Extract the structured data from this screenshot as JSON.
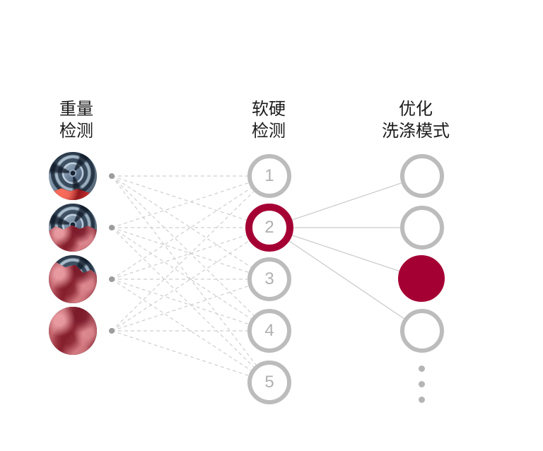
{
  "columns": {
    "weight": {
      "line1": "重量",
      "line2": "检测"
    },
    "softness": {
      "line1": "软硬",
      "line2": "检测"
    },
    "optimize": {
      "line1": "优化",
      "line2": "洗涤模式"
    }
  },
  "weight_nodes": [
    {
      "id": "w1",
      "image": "washer-drum-small-load",
      "fabric_percent": 26
    },
    {
      "id": "w2",
      "image": "washer-drum-half-load",
      "fabric_percent": 55
    },
    {
      "id": "w3",
      "image": "washer-drum-large-load",
      "fabric_percent": 85
    },
    {
      "id": "w4",
      "image": "washer-drum-full-load",
      "fabric_percent": 100
    }
  ],
  "softness_nodes": [
    {
      "id": "s1",
      "label": "1",
      "highlighted": false
    },
    {
      "id": "s2",
      "label": "2",
      "highlighted": true
    },
    {
      "id": "s3",
      "label": "3",
      "highlighted": false
    },
    {
      "id": "s4",
      "label": "4",
      "highlighted": false
    },
    {
      "id": "s5",
      "label": "5",
      "highlighted": false
    }
  ],
  "optimize_nodes": [
    {
      "id": "o1",
      "filled": false
    },
    {
      "id": "o2",
      "filled": false
    },
    {
      "id": "o3",
      "filled": true
    },
    {
      "id": "o4",
      "filled": false
    }
  ],
  "more_indicator_dots": 3,
  "connections": {
    "dashed": [
      [
        "w1",
        "s1"
      ],
      [
        "w1",
        "s2"
      ],
      [
        "w1",
        "s3"
      ],
      [
        "w1",
        "s4"
      ],
      [
        "w1",
        "s5"
      ],
      [
        "w2",
        "s1"
      ],
      [
        "w2",
        "s2"
      ],
      [
        "w2",
        "s3"
      ],
      [
        "w2",
        "s4"
      ],
      [
        "w2",
        "s5"
      ],
      [
        "w3",
        "s1"
      ],
      [
        "w3",
        "s2"
      ],
      [
        "w3",
        "s3"
      ],
      [
        "w3",
        "s4"
      ],
      [
        "w3",
        "s5"
      ],
      [
        "w4",
        "s1"
      ],
      [
        "w4",
        "s2"
      ],
      [
        "w4",
        "s3"
      ],
      [
        "w4",
        "s4"
      ],
      [
        "w4",
        "s5"
      ]
    ],
    "solid": [
      [
        "s2",
        "o1"
      ],
      [
        "s2",
        "o2"
      ],
      [
        "s2",
        "o3"
      ],
      [
        "s2",
        "o4"
      ]
    ]
  },
  "colors": {
    "accent": "#a50034",
    "ring": "#bcbcbc",
    "number": "#b0b0b0",
    "dashed_line": "#cfcfcf",
    "solid_line": "#c9c9c9",
    "connector_dot": "#9c9c9c",
    "more_dot": "#b5b5b5",
    "heading_text": "#1b1b1b",
    "background": "#ffffff"
  }
}
